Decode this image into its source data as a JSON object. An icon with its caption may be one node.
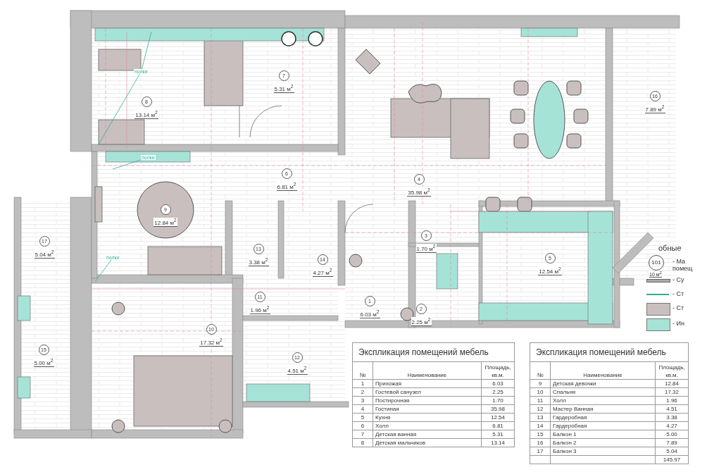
{
  "diagram": {
    "nodes": [
      {
        "text": [
          "8",
          "13.14 м$^{2}$"
        ]
      },
      {
        "text": [
          "7",
          "5.31 м$^{2}$"
        ]
      },
      {
        "text": [
          "16",
          "7.89 м$^{2}$"
        ]
      },
      {
        "text": [
          "4",
          "35.98 м$^{2}$"
        ]
      },
      {
        "text": [
          "6",
          "6.81 м$^{2}$"
        ]
      },
      {
        "text": [
          "9",
          "12.84 м$^{2}$"
        ]
      },
      {
        "text": [
          "17",
          "5.04 м$^{2}$"
        ]
      },
      {
        "text": [
          "13",
          "3.38 м$^{2}$"
        ]
      },
      {
        "text": [
          "14",
          "4.27 м$^{2}$"
        ]
      },
      {
        "text": [
          "3",
          "1.70 м$^{2}$"
        ]
      },
      {
        "text": [
          "5",
          "12.54 м$^{2}$"
        ]
      },
      {
        "text": [
          "11",
          "1.96 м$^{2}$"
        ]
      },
      {
        "text": [
          "1",
          "6.03 м$^{2}$"
        ]
      },
      {
        "text": [
          "2",
          "2.25 м$^{2}$"
        ]
      },
      {
        "text": [
          "10",
          "17.32 м$^{2}$"
        ]
      },
      {
        "text": [
          "12",
          "4.51 м$^{2}$"
        ]
      },
      {
        "text": [
          "15",
          "5.00 м$^{2}$"
        ]
      },
      {
        "text": [
          "полки"
        ]
      },
      {
        "text": [
          "полки"
        ]
      },
      {
        "text": [
          "полки"
        ]
      }
    ],
    "edges": [
      {
        "from": 17,
        "to": null,
        "arrow": "none"
      },
      {
        "from": 17,
        "to": null,
        "arrow": "none"
      },
      {
        "from": 18,
        "to": null,
        "arrow": "none"
      },
      {
        "from": 19,
        "to": null,
        "arrow": "none"
      }
    ],
    "labels": [
      "Экспликация помещений мебель",
      "№",
      "Наименование",
      "Площадь, кв.м.",
      "1",
      "Прихожая",
      "6.03",
      "2",
      "Гостевой санузел",
      "2.25",
      "3",
      "Постирочная",
      "1.70",
      "4",
      "Гостиная",
      "35.98",
      "5",
      "Кухня",
      "12.54",
      "6",
      "Холл",
      "6.81",
      "7",
      "Детская ванная",
      "5.31",
      "8",
      "Детская мальчиков",
      "13.14",
      "Экспликация помещений мебель",
      "№",
      "Наименование",
      "Площадь, кв.м.",
      "9",
      "Детская девочки",
      "12.84",
      "10",
      "Спальня",
      "17.32",
      "11",
      "Холл",
      "1.96",
      "12",
      "Мастер Ванная",
      "4.51",
      "13",
      "Гардеробная",
      "3.38",
      "14",
      "Гардеробная",
      "4.27",
      "15",
      "Балкон 1",
      "5.00",
      "16",
      "Балкон 2",
      "7.89",
      "17",
      "Балкон 3",
      "5.04",
      "145.97",
      "обные",
      "101",
      "10 м$^{2}$"
    ],
    "legend": [
      {
        "text": "- Ма помещ"
      },
      {
        "text": "- Су"
      },
      {
        "text": "- Ст"
      },
      {
        "text": "- Ст",
        "color": "#c9bfbf"
      },
      {
        "text": "- Ин",
        "color": "#a6e3d7"
      }
    ]
  }
}
